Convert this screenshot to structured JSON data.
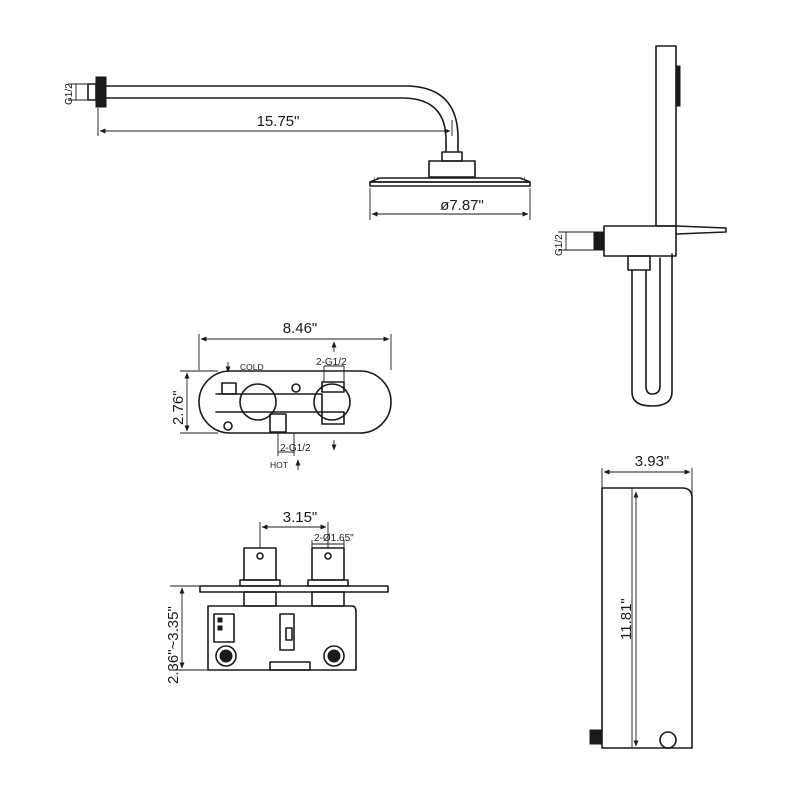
{
  "shower_arm": {
    "thread": "G1/2",
    "length": "15.75\"",
    "head_diameter": "ø7.87\""
  },
  "hand_shower": {
    "thread": "G1/2"
  },
  "valve_plate": {
    "width": "8.46\"",
    "height": "2.76\"",
    "cold_label": "COLD",
    "hot_label": "HOT",
    "outlet_thread": "2-G1/2",
    "inlet_thread": "2-G1/2"
  },
  "valve_body": {
    "spacing": "3.15\"",
    "stem_diameter": "2-Ø1.65\"",
    "depth": "2.36\"~3.35\""
  },
  "bracket": {
    "width": "3.93\"",
    "height": "11.81\""
  }
}
